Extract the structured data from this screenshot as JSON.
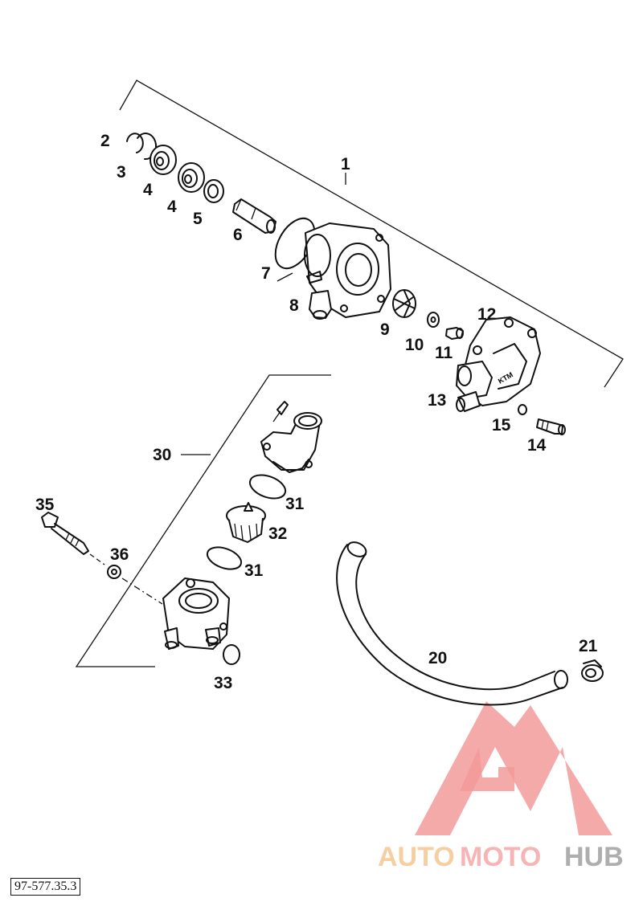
{
  "diagram": {
    "drawing_number": "97-577.35.3",
    "callouts": {
      "p1": "1",
      "p2": "2",
      "p3": "3",
      "p4a": "4",
      "p4b": "4",
      "p5": "5",
      "p6": "6",
      "p7": "7",
      "p8": "8",
      "p9": "9",
      "p10": "10",
      "p11": "11",
      "p12": "12",
      "p13": "13",
      "p14": "14",
      "p15": "15",
      "p20": "20",
      "p21": "21",
      "p30": "30",
      "p31a": "31",
      "p31b": "31",
      "p32": "32",
      "p33": "33",
      "p35": "35",
      "p36": "36"
    }
  },
  "watermark": {
    "part1": "AUTO",
    "part2": "MOTO",
    "part3": "HUB",
    "colors": {
      "auto": "#f5c48a",
      "moto": "#f3a3a3",
      "hub": "#9a9a9a",
      "logo": "#f07a7a"
    }
  }
}
